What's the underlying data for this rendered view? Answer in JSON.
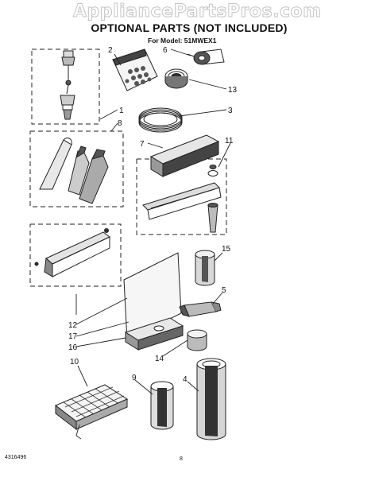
{
  "watermark": "AppliancePartsPros.com",
  "header": {
    "title": "OPTIONAL PARTS (NOT INCLUDED)",
    "model": "For Model: 51MWEX1"
  },
  "callouts": [
    {
      "id": "c1",
      "text": "1"
    },
    {
      "id": "c2",
      "text": "2"
    },
    {
      "id": "c3",
      "text": "3"
    },
    {
      "id": "c4",
      "text": "4"
    },
    {
      "id": "c5",
      "text": "5"
    },
    {
      "id": "c6",
      "text": "6"
    },
    {
      "id": "c7",
      "text": "7"
    },
    {
      "id": "c8",
      "text": "8"
    },
    {
      "id": "c9",
      "text": "9"
    },
    {
      "id": "c10",
      "text": "10"
    },
    {
      "id": "c11",
      "text": "11"
    },
    {
      "id": "c12",
      "text": "12"
    },
    {
      "id": "c13",
      "text": "13"
    },
    {
      "id": "c14",
      "text": "14"
    },
    {
      "id": "c15",
      "text": "15"
    },
    {
      "id": "c16",
      "text": "16"
    },
    {
      "id": "c17",
      "text": "17"
    }
  ],
  "footer": {
    "doc_number": "4316496",
    "page_number": "8"
  }
}
